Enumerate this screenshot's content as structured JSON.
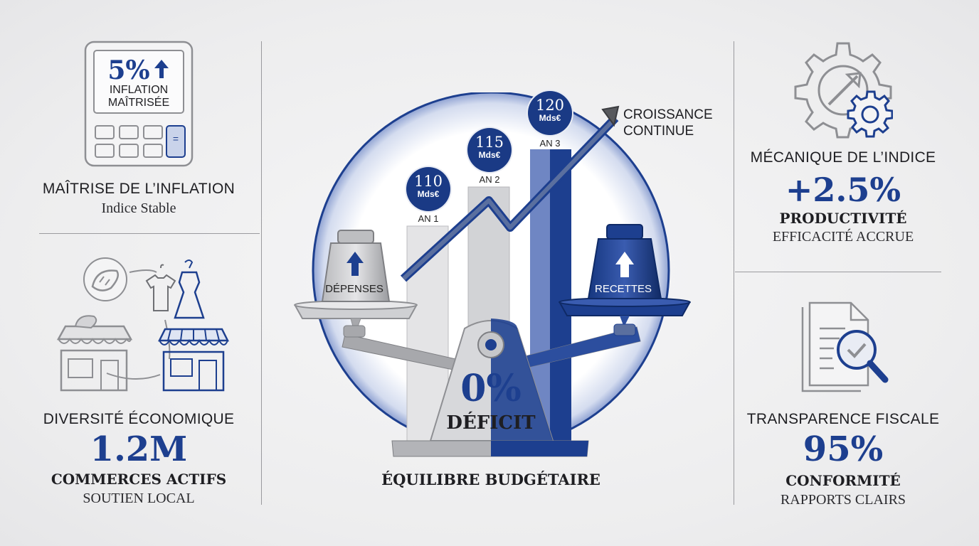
{
  "left_top": {
    "calc_value": "5%",
    "calc_line1": "INFLATION",
    "calc_line2": "MAÎTRISÉE",
    "calc_key": "=",
    "title": "MAÎTRISE DE L’INFLATION",
    "subtitle": "Indice Stable"
  },
  "left_bottom": {
    "title": "DIVERSITÉ ÉCONOMIQUE",
    "value": "1.2M",
    "label": "COMMERCES ACTIFS",
    "sublabel": "SOUTIEN LOCAL"
  },
  "center": {
    "bars": [
      {
        "year": "AN 1",
        "value": "110",
        "unit": "Mds€"
      },
      {
        "year": "AN 2",
        "value": "115",
        "unit": "Mds€"
      },
      {
        "year": "AN 3",
        "value": "120",
        "unit": "Mds€"
      }
    ],
    "growth_line1": "CROISSANCE",
    "growth_line2": "CONTINUE",
    "left_weight": "DÉPENSES",
    "right_weight": "RECETTES",
    "deficit_value": "0%",
    "deficit_label": "DÉFICIT",
    "caption": "ÉQUILIBRE BUDGÉTAIRE"
  },
  "right_top": {
    "title": "MÉCANIQUE DE L’INDICE",
    "value": "+2.5%",
    "label": "PRODUCTIVITÉ",
    "sublabel": "EFFICACITÉ ACCRUE"
  },
  "right_bottom": {
    "title": "TRANSPARENCE FISCALE",
    "value": "95%",
    "label": "CONFORMITÉ",
    "sublabel": "RAPPORTS CLAIRS"
  },
  "colors": {
    "navy": "#1d3f8f",
    "grey": "#8e8f93",
    "background": "#ededee"
  }
}
